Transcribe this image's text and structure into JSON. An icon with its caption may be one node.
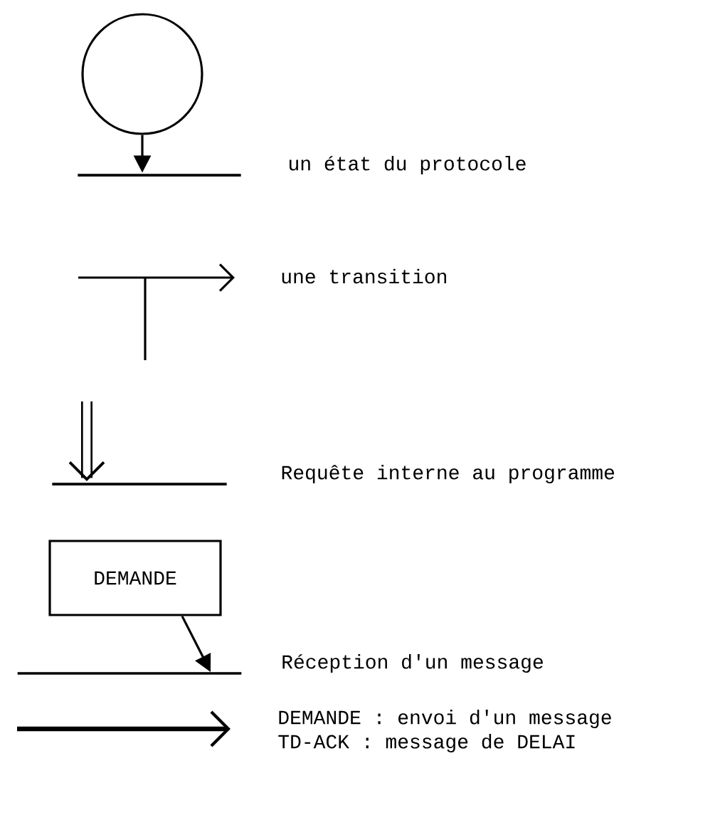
{
  "diagram": {
    "nodes": [
      {
        "text": [],
        "shape": "circle"
      },
      {
        "text": [],
        "shape": "bar",
        "beside": [
          "un état du protocole"
        ]
      },
      {
        "text": [],
        "shape": "bar",
        "beside": [
          "Requête interne au programme"
        ]
      },
      {
        "text": [
          "DEMANDE"
        ]
      },
      {
        "text": [],
        "shape": "bar",
        "beside": [
          "Réception d'un message"
        ]
      }
    ],
    "edges": [
      {
        "from": 0,
        "to": 1,
        "arrow": "to"
      },
      {
        "from": null,
        "to": 2,
        "arrow": "to",
        "style": "thick"
      },
      {
        "from": 3,
        "to": 4,
        "arrow": "to"
      }
    ],
    "labels": [
      "une transition",
      "DEMANDE : envoi d'un message",
      "TD-ACK : message de DELAI"
    ]
  }
}
